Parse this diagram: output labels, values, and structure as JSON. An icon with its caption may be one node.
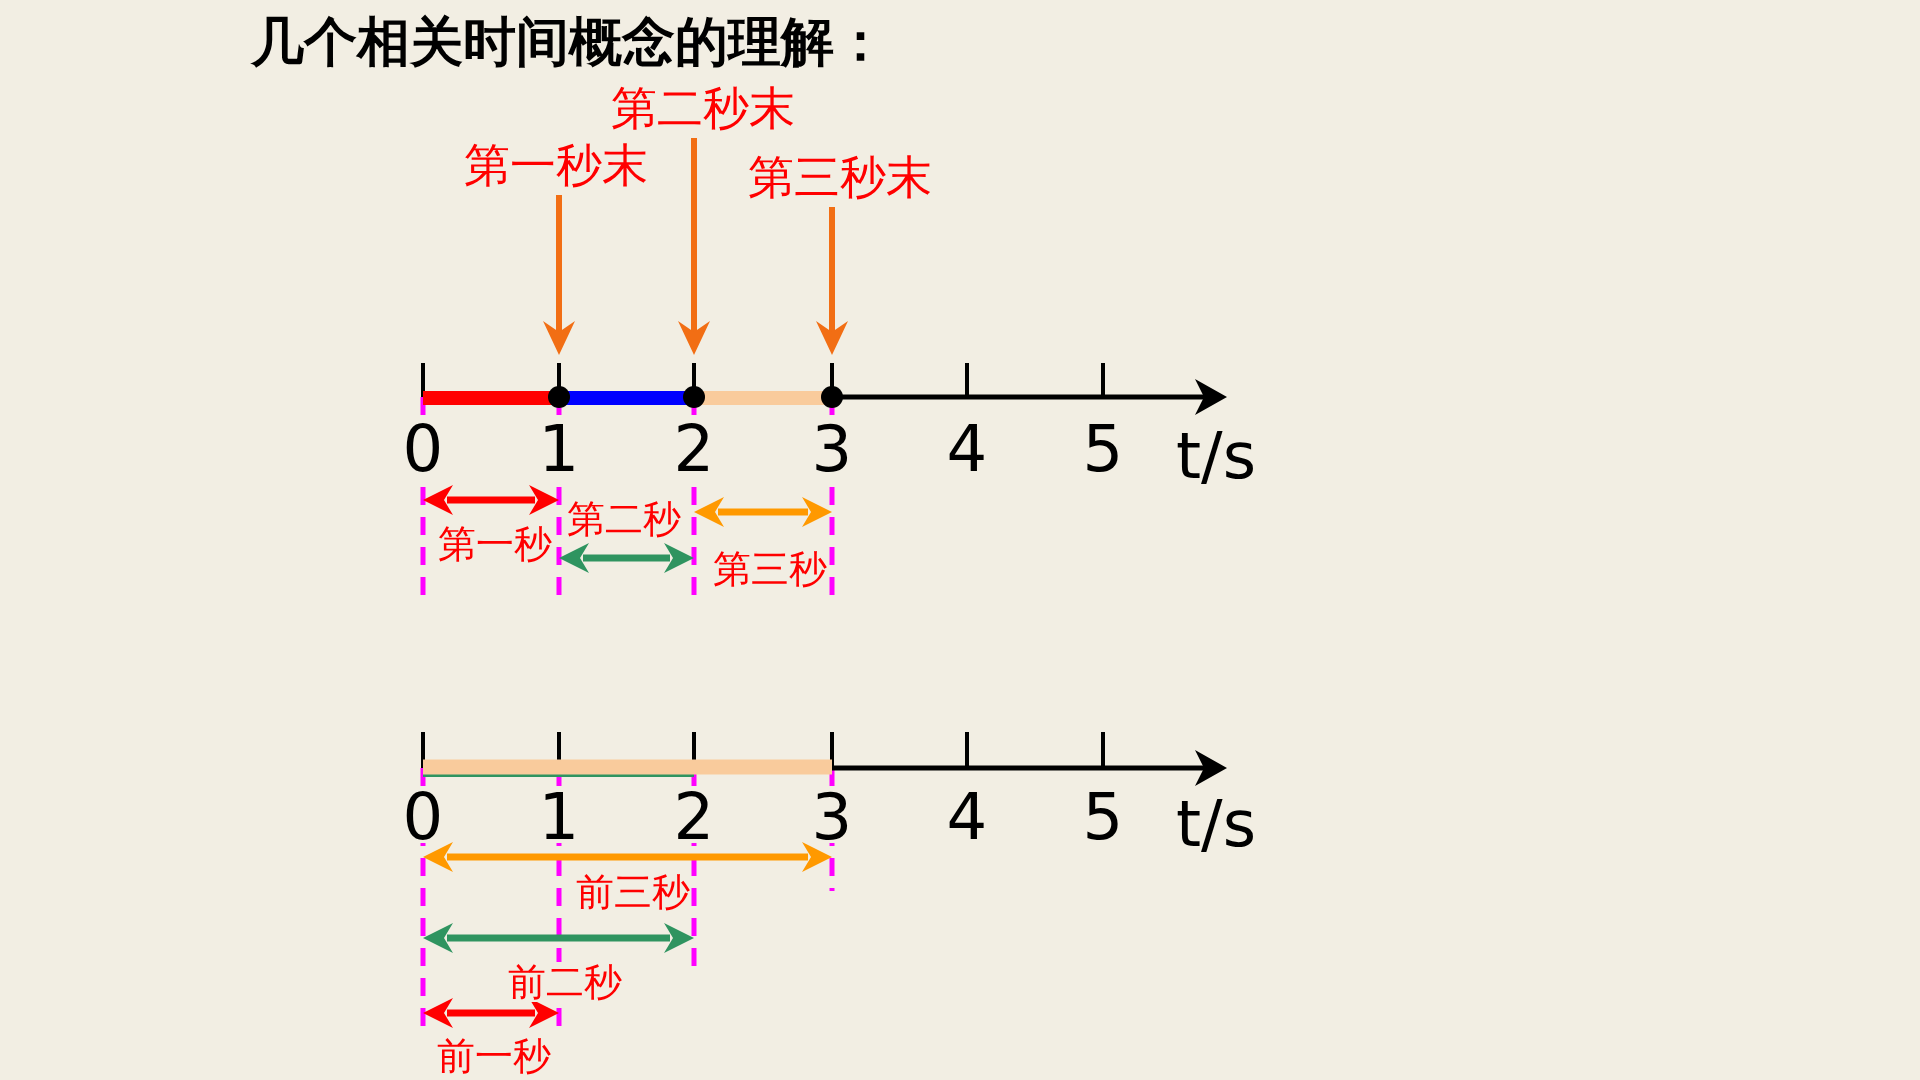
{
  "diagram": {
    "title": "几个相关时间概念的理解：",
    "nodes": [
      {
        "text": [
          "第一秒末"
        ]
      },
      {
        "text": [
          "第二秒末"
        ]
      },
      {
        "text": [
          "第三秒末"
        ]
      },
      {
        "text": [],
        "shape": "circle"
      },
      {
        "text": [],
        "shape": "circle"
      },
      {
        "text": [],
        "shape": "circle"
      }
    ],
    "edges": [
      {
        "from": 0,
        "to": 3,
        "arrow": "to"
      },
      {
        "from": 1,
        "to": 4,
        "arrow": "to"
      },
      {
        "from": 2,
        "to": 5,
        "arrow": "to"
      }
    ],
    "labels": [
      "0",
      "1",
      "2",
      "3",
      "4",
      "5",
      "t/s",
      "第一秒",
      "第二秒",
      "第三秒",
      "0",
      "1",
      "2",
      "3",
      "4",
      "5",
      "t/s",
      "前三秒",
      "前二秒",
      "前一秒"
    ]
  }
}
